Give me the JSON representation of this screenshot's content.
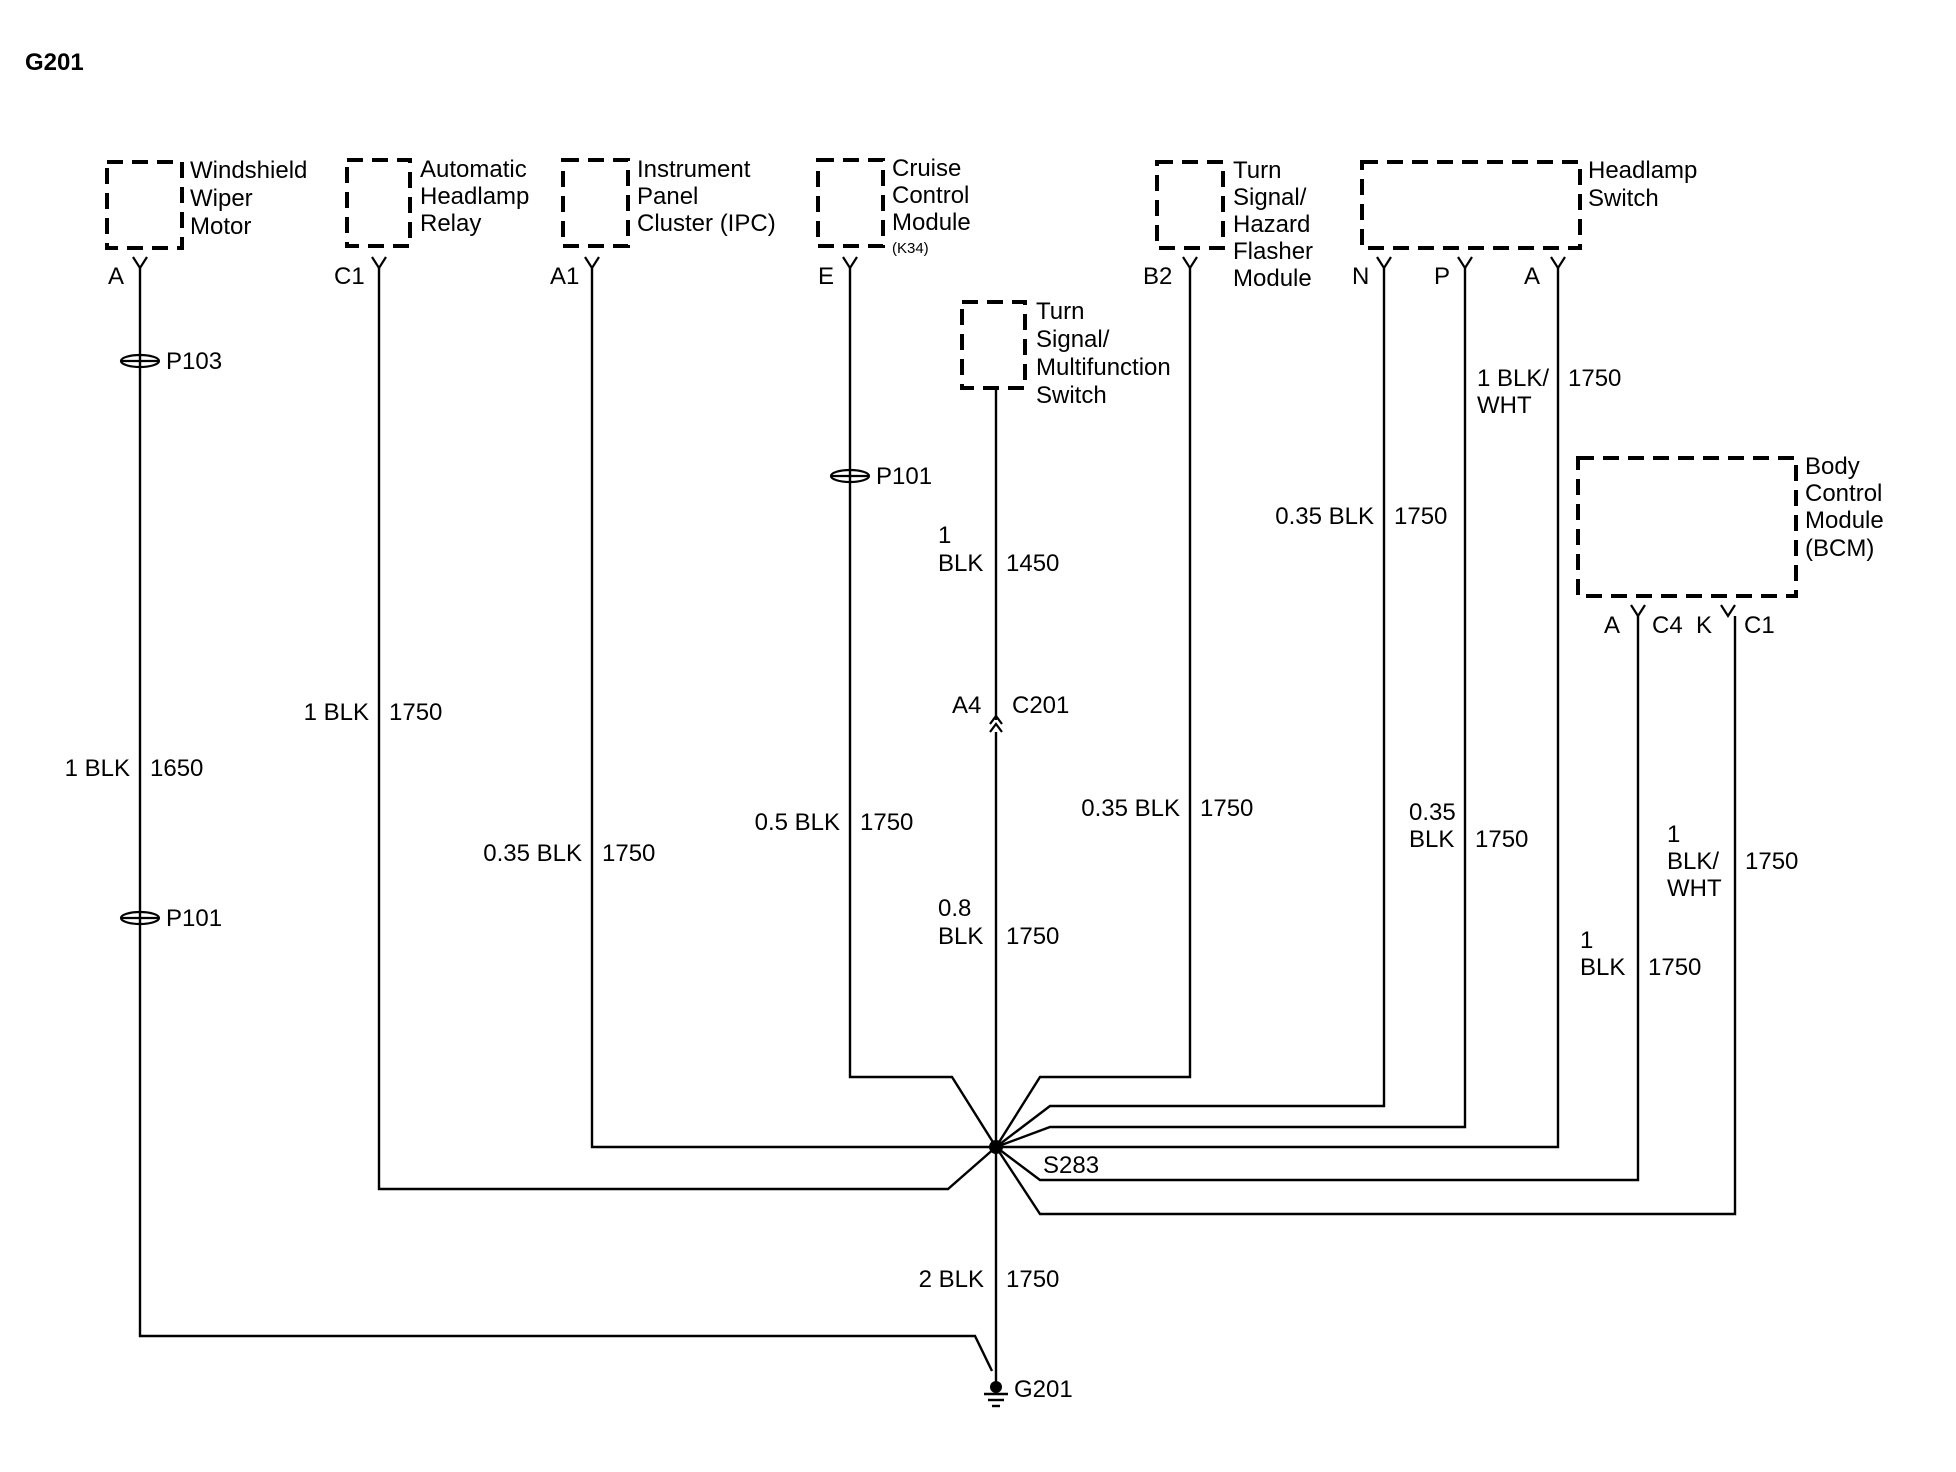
{
  "title": "G201",
  "components": {
    "wiper": [
      "Windshield",
      "Wiper",
      "Motor"
    ],
    "headlamp_relay": [
      "Automatic",
      "Headlamp",
      "Relay"
    ],
    "ipc": [
      "Instrument",
      "Panel",
      "Cluster (IPC)"
    ],
    "cruise": [
      "Cruise",
      "Control",
      "Module"
    ],
    "cruise_code": "(K34)",
    "multifunction": [
      "Turn",
      "Signal/",
      "Multifunction",
      "Switch"
    ],
    "flasher": [
      "Turn",
      "Signal/",
      "Hazard",
      "Flasher",
      "Module"
    ],
    "headlamp_switch": [
      "Headlamp",
      "Switch"
    ],
    "bcm": [
      "Body",
      "Control",
      "Module",
      "(BCM)"
    ]
  },
  "pins": {
    "wiper": "A",
    "relay": "C1",
    "ipc": "A1",
    "cruise": "E",
    "flasher": "B2",
    "hs_n": "N",
    "hs_p": "P",
    "hs_a": "A",
    "bcm_a": "A",
    "bcm_c4": "C4",
    "bcm_k": "K",
    "bcm_c1": "C1"
  },
  "inline_connectors": {
    "p103": "P103",
    "p101_wiper": "P101",
    "p101_cruise": "P101",
    "c201": "C201",
    "c201_pin": "A4"
  },
  "splice": "S283",
  "ground": "G201",
  "wires": {
    "wiper": [
      "1 BLK",
      "1650"
    ],
    "relay": [
      "1 BLK",
      "1750"
    ],
    "ipc": [
      "0.35 BLK",
      "1750"
    ],
    "cruise": [
      "0.5 BLK",
      "1750"
    ],
    "multi_upper": [
      "1",
      "BLK",
      "1450"
    ],
    "multi_lower": [
      "0.8",
      "BLK",
      "1750"
    ],
    "flasher": [
      "0.35 BLK",
      "1750"
    ],
    "hs_n": [
      "0.35 BLK",
      "1750"
    ],
    "hs_p": [
      "0.35",
      "BLK",
      "1750"
    ],
    "hs_a": [
      "1 BLK/",
      "WHT",
      "1750"
    ],
    "bcm_a": [
      "1",
      "BLK",
      "1750"
    ],
    "bcm_k": [
      "1",
      "BLK/",
      "WHT",
      "1750"
    ],
    "ground": [
      "2 BLK",
      "1750"
    ]
  }
}
